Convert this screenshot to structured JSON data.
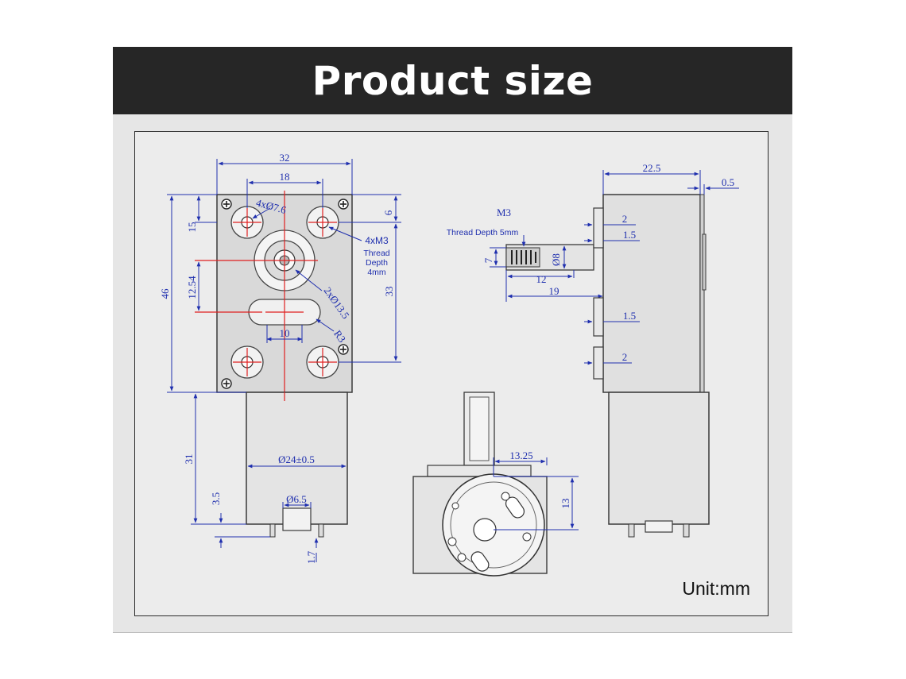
{
  "header": {
    "title": "Product size"
  },
  "unit_label": "Unit:mm",
  "colors": {
    "banner_bg": "#262626",
    "dimension": "#1f2fae",
    "centerline": "#e02020",
    "outline": "#3a3a3a"
  },
  "front_view": {
    "width_32": "32",
    "width_18": "18",
    "hole_note": "4xØ7.6",
    "thread_note": "4xM3",
    "thread_depth_1": "Thread",
    "thread_depth_2": "Depth",
    "thread_depth_3": "4mm",
    "offset_6": "6",
    "height_15": "15",
    "height_46": "46",
    "height_12_54": "12.54",
    "height_33": "33",
    "boss_note": "2xØ13.5",
    "slot_10": "10",
    "radius_note": "R3"
  },
  "motor_view": {
    "height_31": "31",
    "diameter": "Ø24±0.5",
    "boss_dia": "Ø6.5",
    "height_3_5": "3.5",
    "height_1_7": "1.7"
  },
  "shaft_detail": {
    "thread": "M3",
    "thread_depth": "Thread Depth 5mm",
    "dia_7": "7",
    "dia_8": "Ø8",
    "len_12": "12",
    "len_19": "19"
  },
  "side_view": {
    "width_22_5": "22.5",
    "offset_0_5": "0.5",
    "dim_2_top": "2",
    "dim_1_5_top": "1.5",
    "dim_1_5_bottom": "1.5",
    "dim_2_bottom": "2"
  },
  "bottom_view": {
    "dim_13_25": "13.25",
    "dim_13": "13"
  }
}
